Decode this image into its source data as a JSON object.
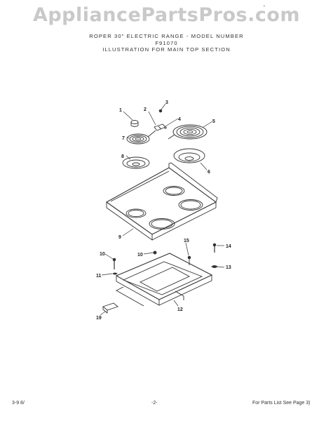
{
  "watermark": "AppliancePartsPros.com",
  "corner_mark": "'",
  "header": {
    "line1": "ROPER 30\" ELECTRIC RANGE - MODEL NUMBER",
    "line2": "F91070",
    "line3": "ILLUSTRATION FOR MAIN TOP SECTION"
  },
  "callouts": [
    "1",
    "2",
    "3",
    "4",
    "5",
    "6",
    "7",
    "8",
    "9",
    "10",
    "10",
    "11",
    "12",
    "13",
    "14",
    "15",
    "19"
  ],
  "footer": {
    "left": "3-9 8/",
    "center": "-2-",
    "right": "For Parts List See Page 3)"
  }
}
